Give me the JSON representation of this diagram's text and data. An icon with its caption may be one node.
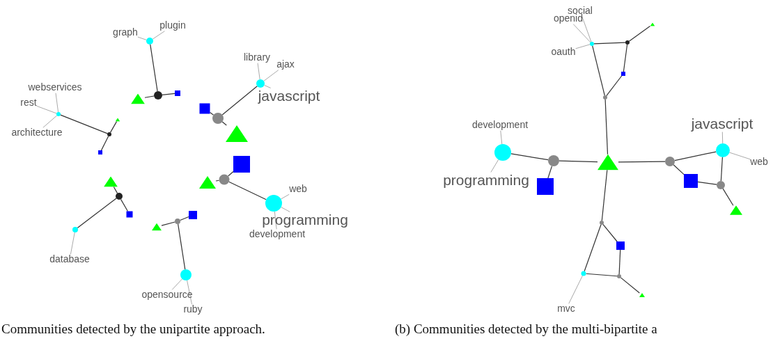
{
  "diagram": {
    "nodes": [
      {
        "text": [],
        "shape": "circle"
      },
      {
        "text": [
          "plugin"
        ]
      },
      {
        "text": [
          "graph"
        ]
      },
      {
        "text": [],
        "shape": "circle"
      },
      {
        "text": [],
        "shape": "triangle"
      },
      {
        "text": [],
        "shape": "box"
      },
      {
        "text": [
          "webservices"
        ]
      },
      {
        "text": [
          "rest"
        ]
      },
      {
        "text": [
          "architecture"
        ]
      },
      {
        "text": [],
        "shape": "circle"
      },
      {
        "text": [],
        "shape": "circle"
      },
      {
        "text": [],
        "shape": "triangle"
      },
      {
        "text": [],
        "shape": "box"
      },
      {
        "text": [
          "library"
        ]
      },
      {
        "text": [
          "ajax"
        ]
      },
      {
        "text": [],
        "shape": "circle"
      },
      {
        "text": [
          "javascript"
        ]
      },
      {
        "text": [],
        "shape": "box"
      },
      {
        "text": [],
        "shape": "circle"
      },
      {
        "text": [],
        "shape": "triangle"
      },
      {
        "text": [],
        "shape": "box"
      },
      {
        "text": [],
        "shape": "triangle"
      },
      {
        "text": [],
        "shape": "circle"
      },
      {
        "text": [
          "web"
        ]
      },
      {
        "text": [],
        "shape": "circle"
      },
      {
        "text": [
          "programming"
        ]
      },
      {
        "text": [
          "development"
        ]
      },
      {
        "text": [],
        "shape": "triangle"
      },
      {
        "text": [],
        "shape": "circle"
      },
      {
        "text": [],
        "shape": "box"
      },
      {
        "text": [],
        "shape": "circle"
      },
      {
        "text": [
          "database"
        ]
      },
      {
        "text": [],
        "shape": "box"
      },
      {
        "text": [],
        "shape": "circle"
      },
      {
        "text": [],
        "shape": "triangle"
      },
      {
        "text": [],
        "shape": "circle"
      },
      {
        "text": [
          "opensource"
        ]
      },
      {
        "text": [
          "ruby"
        ]
      },
      {
        "text": [
          "openid"
        ]
      },
      {
        "text": [
          "social"
        ]
      },
      {
        "text": [
          "oauth"
        ]
      },
      {
        "text": [],
        "shape": "circle"
      },
      {
        "text": [],
        "shape": "circle"
      },
      {
        "text": [],
        "shape": "triangle"
      },
      {
        "text": [],
        "shape": "box"
      },
      {
        "text": [],
        "shape": "circle"
      },
      {
        "text": [
          "development"
        ]
      },
      {
        "text": [],
        "shape": "circle"
      },
      {
        "text": [
          "programming"
        ]
      },
      {
        "text": [],
        "shape": "circle"
      },
      {
        "text": [],
        "shape": "box"
      },
      {
        "text": [],
        "shape": "triangle"
      },
      {
        "text": [
          "javascript"
        ]
      },
      {
        "text": [],
        "shape": "circle"
      },
      {
        "text": [],
        "shape": "circle"
      },
      {
        "text": [
          "web"
        ]
      },
      {
        "text": [],
        "shape": "box"
      },
      {
        "text": [],
        "shape": "circle"
      },
      {
        "text": [],
        "shape": "triangle"
      },
      {
        "text": [],
        "shape": "circle"
      },
      {
        "text": [],
        "shape": "box"
      },
      {
        "text": [
          "mvc"
        ]
      },
      {
        "text": [],
        "shape": "circle"
      },
      {
        "text": [],
        "shape": "circle"
      },
      {
        "text": [],
        "shape": "triangle"
      }
    ],
    "edges": [
      {
        "from": 0,
        "to": 3,
        "arrow": "none"
      },
      {
        "from": 3,
        "to": 4,
        "arrow": "none"
      },
      {
        "from": 3,
        "to": 5,
        "arrow": "none"
      },
      {
        "from": 9,
        "to": 10,
        "arrow": "none"
      },
      {
        "from": 10,
        "to": 11,
        "arrow": "none"
      },
      {
        "from": 10,
        "to": 12,
        "arrow": "none"
      },
      {
        "from": 15,
        "to": 18,
        "arrow": "none"
      },
      {
        "from": 18,
        "to": 17,
        "arrow": "none"
      },
      {
        "from": 18,
        "to": 19,
        "arrow": "none"
      },
      {
        "from": 22,
        "to": 20,
        "arrow": "none"
      },
      {
        "from": 22,
        "to": 21,
        "arrow": "none"
      },
      {
        "from": 22,
        "to": 24,
        "arrow": "none"
      },
      {
        "from": 28,
        "to": 27,
        "arrow": "none"
      },
      {
        "from": 28,
        "to": 29,
        "arrow": "none"
      },
      {
        "from": 28,
        "to": 30,
        "arrow": "none"
      },
      {
        "from": 33,
        "to": 34,
        "arrow": "none"
      },
      {
        "from": 33,
        "to": 32,
        "arrow": "none"
      },
      {
        "from": 33,
        "to": 35,
        "arrow": "none"
      },
      {
        "from": 41,
        "to": 42,
        "arrow": "none"
      },
      {
        "from": 42,
        "to": 43,
        "arrow": "none"
      },
      {
        "from": 42,
        "to": 44,
        "arrow": "none"
      },
      {
        "from": 44,
        "to": 45,
        "arrow": "none"
      },
      {
        "from": 45,
        "to": 41,
        "arrow": "none"
      },
      {
        "from": 45,
        "to": 51,
        "arrow": "none"
      },
      {
        "from": 51,
        "to": 49,
        "arrow": "none"
      },
      {
        "from": 49,
        "to": 47,
        "arrow": "none"
      },
      {
        "from": 49,
        "to": 50,
        "arrow": "none"
      },
      {
        "from": 51,
        "to": 53,
        "arrow": "none"
      },
      {
        "from": 53,
        "to": 54,
        "arrow": "none"
      },
      {
        "from": 53,
        "to": 56,
        "arrow": "none"
      },
      {
        "from": 56,
        "to": 57,
        "arrow": "none"
      },
      {
        "from": 57,
        "to": 54,
        "arrow": "none"
      },
      {
        "from": 57,
        "to": 58,
        "arrow": "none"
      },
      {
        "from": 51,
        "to": 59,
        "arrow": "none"
      },
      {
        "from": 59,
        "to": 60,
        "arrow": "none"
      },
      {
        "from": 59,
        "to": 62,
        "arrow": "none"
      },
      {
        "from": 60,
        "to": 63,
        "arrow": "none"
      },
      {
        "from": 62,
        "to": 63,
        "arrow": "none"
      },
      {
        "from": 63,
        "to": 64,
        "arrow": "none"
      },
      {
        "from": 0,
        "to": 1,
        "arrow": "none",
        "color": "#aaaaaa"
      },
      {
        "from": 0,
        "to": 2,
        "arrow": "none",
        "color": "#aaaaaa"
      },
      {
        "from": 9,
        "to": 6,
        "arrow": "none",
        "color": "#aaaaaa"
      },
      {
        "from": 9,
        "to": 7,
        "arrow": "none",
        "color": "#aaaaaa"
      },
      {
        "from": 9,
        "to": 8,
        "arrow": "none",
        "color": "#aaaaaa"
      },
      {
        "from": 15,
        "to": 13,
        "arrow": "none",
        "color": "#aaaaaa"
      },
      {
        "from": 15,
        "to": 14,
        "arrow": "none",
        "color": "#aaaaaa"
      },
      {
        "from": 15,
        "to": 16,
        "arrow": "none",
        "color": "#aaaaaa"
      },
      {
        "from": 24,
        "to": 23,
        "arrow": "none",
        "color": "#aaaaaa"
      },
      {
        "from": 24,
        "to": 25,
        "arrow": "none",
        "color": "#aaaaaa"
      },
      {
        "from": 24,
        "to": 26,
        "arrow": "none",
        "color": "#aaaaaa"
      },
      {
        "from": 30,
        "to": 31,
        "arrow": "none",
        "color": "#aaaaaa"
      },
      {
        "from": 35,
        "to": 36,
        "arrow": "none",
        "color": "#aaaaaa"
      },
      {
        "from": 35,
        "to": 37,
        "arrow": "none",
        "color": "#aaaaaa"
      },
      {
        "from": 41,
        "to": 38,
        "arrow": "none",
        "color": "#aaaaaa"
      },
      {
        "from": 41,
        "to": 39,
        "arrow": "none",
        "color": "#aaaaaa"
      },
      {
        "from": 41,
        "to": 40,
        "arrow": "none",
        "color": "#aaaaaa"
      },
      {
        "from": 47,
        "to": 46,
        "arrow": "none",
        "color": "#aaaaaa"
      },
      {
        "from": 47,
        "to": 48,
        "arrow": "none",
        "color": "#aaaaaa"
      },
      {
        "from": 54,
        "to": 52,
        "arrow": "none",
        "color": "#aaaaaa"
      },
      {
        "from": 54,
        "to": 55,
        "arrow": "none",
        "color": "#aaaaaa"
      },
      {
        "from": 62,
        "to": 61,
        "arrow": "none",
        "color": "#aaaaaa"
      }
    ],
    "labels": [
      "Communities detected by the unipartite approach.",
      "(b) Communities detected by the multi-bipartite a"
    ]
  }
}
